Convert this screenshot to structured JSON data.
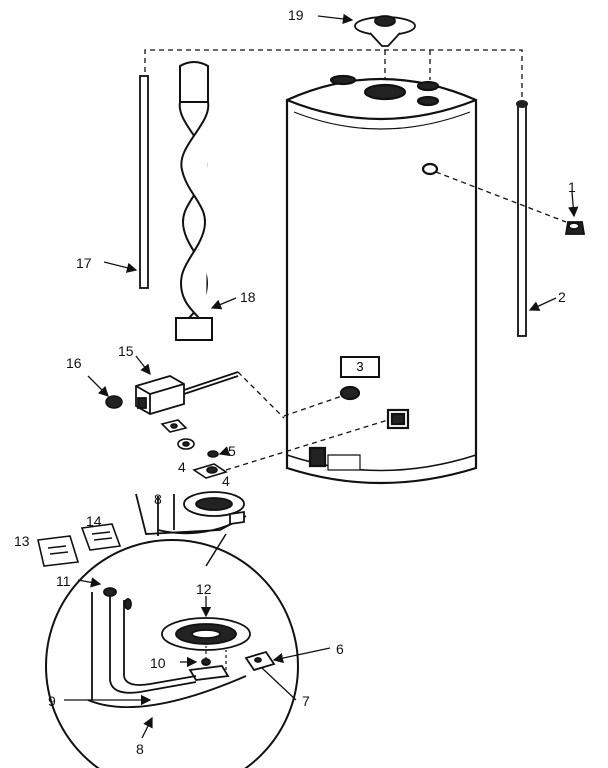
{
  "parts": [
    {
      "id": "p1",
      "number": "1"
    },
    {
      "id": "p2",
      "number": "2"
    },
    {
      "id": "p3",
      "number": "3"
    },
    {
      "id": "p4a",
      "number": "4"
    },
    {
      "id": "p4b",
      "number": "4"
    },
    {
      "id": "p5",
      "number": "5"
    },
    {
      "id": "p6",
      "number": "6"
    },
    {
      "id": "p7",
      "number": "7"
    },
    {
      "id": "p8a",
      "number": "8"
    },
    {
      "id": "p8b",
      "number": "8"
    },
    {
      "id": "p9",
      "number": "9"
    },
    {
      "id": "p10",
      "number": "10"
    },
    {
      "id": "p11",
      "number": "11"
    },
    {
      "id": "p12",
      "number": "12"
    },
    {
      "id": "p13",
      "number": "13"
    },
    {
      "id": "p14",
      "number": "14"
    },
    {
      "id": "p15",
      "number": "15"
    },
    {
      "id": "p16",
      "number": "16"
    },
    {
      "id": "p17",
      "number": "17"
    },
    {
      "id": "p18",
      "number": "18"
    },
    {
      "id": "p19",
      "number": "19"
    }
  ]
}
